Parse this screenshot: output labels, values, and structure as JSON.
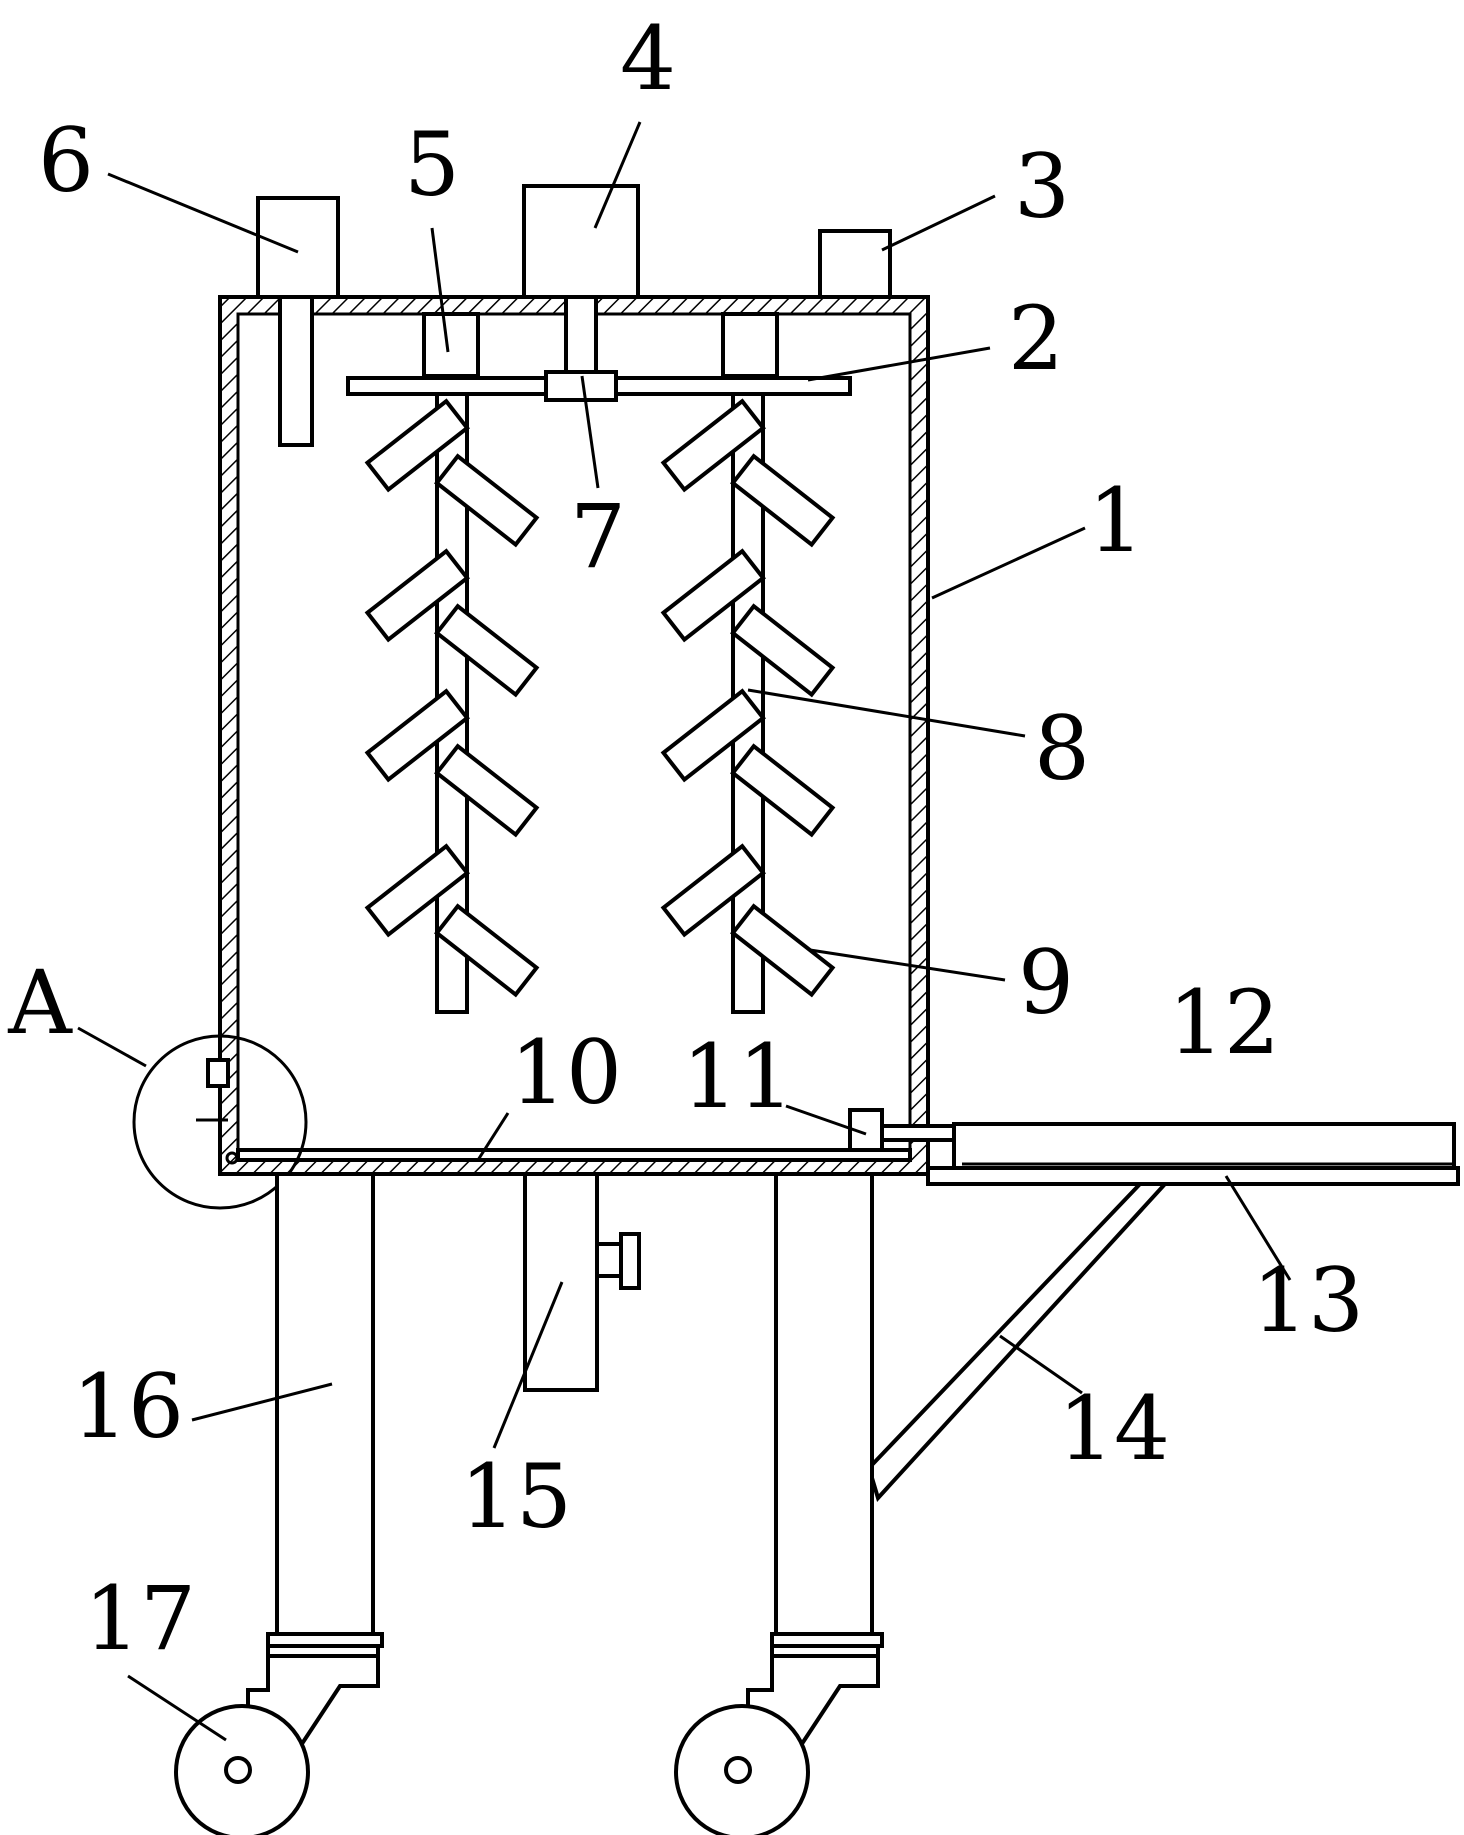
{
  "callouts": [
    {
      "id": "1",
      "text": "1"
    },
    {
      "id": "2",
      "text": "2"
    },
    {
      "id": "3",
      "text": "3"
    },
    {
      "id": "4",
      "text": "4"
    },
    {
      "id": "5",
      "text": "5"
    },
    {
      "id": "6",
      "text": "6"
    },
    {
      "id": "7",
      "text": "7"
    },
    {
      "id": "8",
      "text": "8"
    },
    {
      "id": "9",
      "text": "9"
    },
    {
      "id": "10",
      "text": "10"
    },
    {
      "id": "11",
      "text": "11"
    },
    {
      "id": "12",
      "text": "12"
    },
    {
      "id": "13",
      "text": "13"
    },
    {
      "id": "14",
      "text": "14"
    },
    {
      "id": "15",
      "text": "15"
    },
    {
      "id": "16",
      "text": "16"
    },
    {
      "id": "17",
      "text": "17"
    },
    {
      "id": "A",
      "text": "A"
    }
  ],
  "colors": {
    "line": "#000000",
    "background": "#ffffff"
  }
}
